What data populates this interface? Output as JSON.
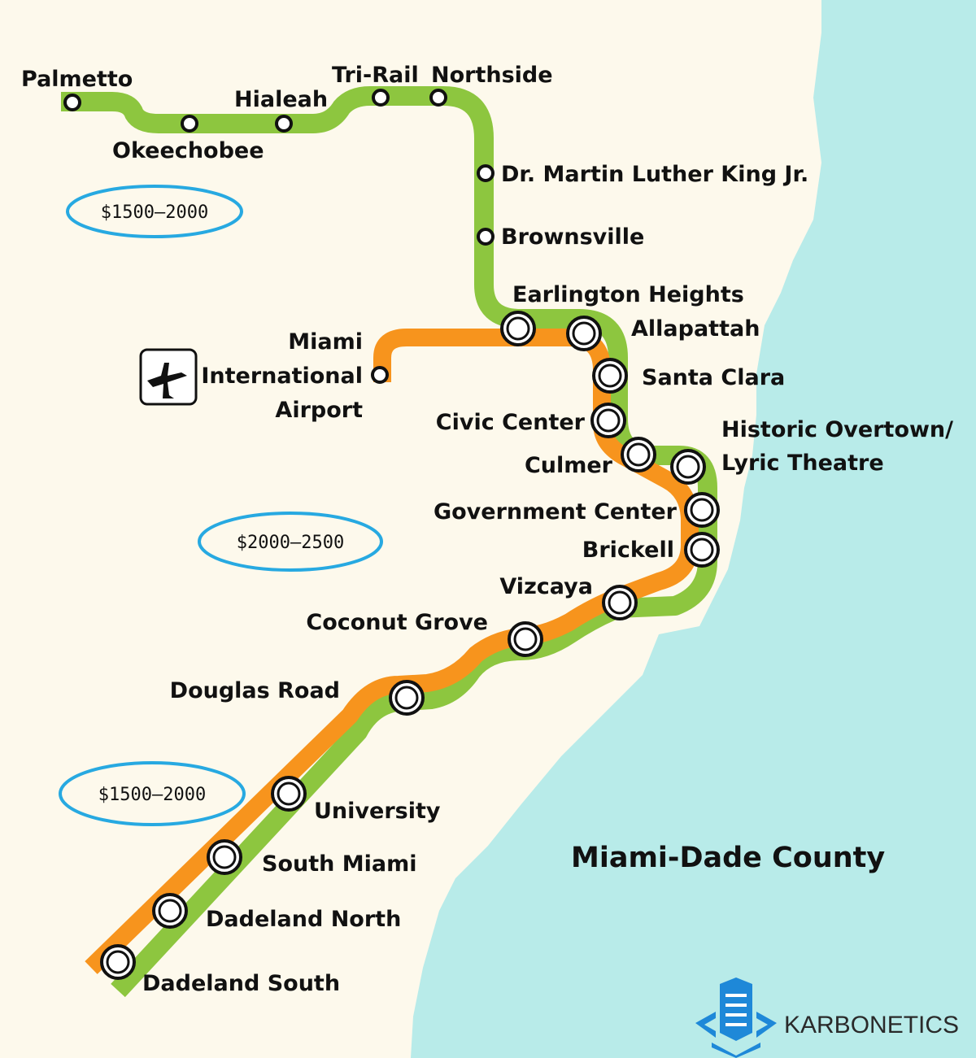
{
  "colors": {
    "land": "#fdf9ec",
    "water": "#b8ebe9",
    "green_line": "#8dc63f",
    "orange_line": "#f7941d",
    "price_oval": "#27a9e1",
    "logo": "#1e88d8"
  },
  "region_label": "Miami-Dade County",
  "price_zones": [
    {
      "id": "north",
      "label": "$1500–2000"
    },
    {
      "id": "central",
      "label": "$2000–2500"
    },
    {
      "id": "south",
      "label": "$1500–2000"
    }
  ],
  "airport": {
    "icon": "airplane-icon",
    "lines": [
      "Miami",
      "International",
      "Airport"
    ]
  },
  "stations": [
    {
      "id": "palmetto",
      "name": "Palmetto",
      "lines": [
        "green"
      ]
    },
    {
      "id": "okeechobee",
      "name": "Okeechobee",
      "lines": [
        "green"
      ]
    },
    {
      "id": "hialeah",
      "name": "Hialeah",
      "lines": [
        "green"
      ]
    },
    {
      "id": "tri-rail",
      "name": "Tri-Rail",
      "lines": [
        "green"
      ]
    },
    {
      "id": "northside",
      "name": "Northside",
      "lines": [
        "green"
      ]
    },
    {
      "id": "mlk",
      "name": "Dr. Martin Luther King Jr.",
      "lines": [
        "green"
      ]
    },
    {
      "id": "brownsville",
      "name": "Brownsville",
      "lines": [
        "green"
      ]
    },
    {
      "id": "earlington-heights",
      "name": "Earlington Heights",
      "lines": [
        "green",
        "orange"
      ]
    },
    {
      "id": "allapattah",
      "name": "Allapattah",
      "lines": [
        "green",
        "orange"
      ]
    },
    {
      "id": "santa-clara",
      "name": "Santa Clara",
      "lines": [
        "green",
        "orange"
      ]
    },
    {
      "id": "civic-center",
      "name": "Civic Center",
      "lines": [
        "green",
        "orange"
      ]
    },
    {
      "id": "culmer",
      "name": "Culmer",
      "lines": [
        "green",
        "orange"
      ]
    },
    {
      "id": "historic-overtown",
      "name": [
        "Historic Overtown/",
        "Lyric Theatre"
      ],
      "lines": [
        "green",
        "orange"
      ]
    },
    {
      "id": "government-center",
      "name": "Government Center",
      "lines": [
        "green",
        "orange"
      ]
    },
    {
      "id": "brickell",
      "name": "Brickell",
      "lines": [
        "green",
        "orange"
      ]
    },
    {
      "id": "vizcaya",
      "name": "Vizcaya",
      "lines": [
        "green",
        "orange"
      ]
    },
    {
      "id": "coconut-grove",
      "name": "Coconut Grove",
      "lines": [
        "green",
        "orange"
      ]
    },
    {
      "id": "douglas-road",
      "name": "Douglas Road",
      "lines": [
        "green",
        "orange"
      ]
    },
    {
      "id": "university",
      "name": "University",
      "lines": [
        "green",
        "orange"
      ]
    },
    {
      "id": "south-miami",
      "name": "South Miami",
      "lines": [
        "green",
        "orange"
      ]
    },
    {
      "id": "dadeland-north",
      "name": "Dadeland North",
      "lines": [
        "green",
        "orange"
      ]
    },
    {
      "id": "dadeland-south",
      "name": "Dadeland South",
      "lines": [
        "green",
        "orange"
      ]
    },
    {
      "id": "mia",
      "name": "",
      "lines": [
        "orange"
      ]
    }
  ],
  "logo": {
    "icon": "building-logo-icon",
    "text": "KARBONETICS"
  }
}
